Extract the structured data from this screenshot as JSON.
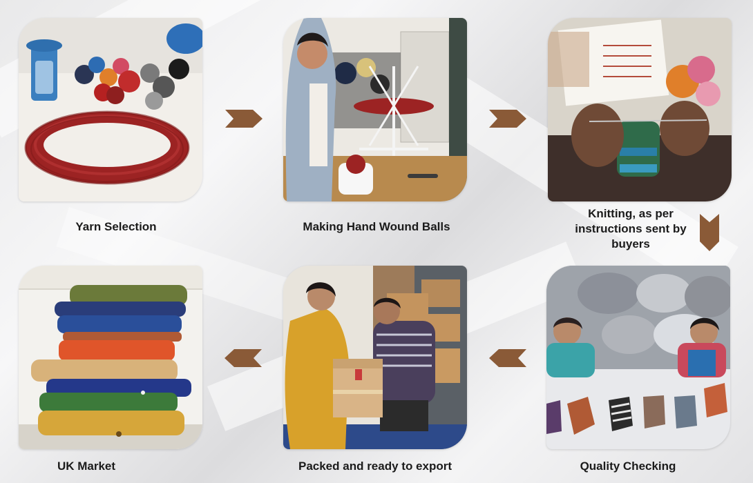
{
  "steps": [
    {
      "id": "yarn-selection",
      "label": "Yarn Selection",
      "image": "yarn-selection-photo"
    },
    {
      "id": "hand-wound-balls",
      "label": "Making Hand Wound Balls",
      "image": "hand-wound-balls-photo"
    },
    {
      "id": "knitting",
      "label": "Knitting, as per instructions sent by buyers",
      "image": "knitting-photo"
    },
    {
      "id": "quality-checking",
      "label": "Quality Checking",
      "image": "quality-checking-photo"
    },
    {
      "id": "packed",
      "label": "Packed and ready to export",
      "image": "packing-photo"
    },
    {
      "id": "uk-market",
      "label": "UK Market",
      "image": "uk-market-photo"
    }
  ],
  "colors": {
    "arrow": "#8a5a37",
    "text": "#1b1b1b",
    "yarn_red": "#9c2323"
  },
  "icons": {
    "arrow": "chevron-arrow-icon"
  }
}
